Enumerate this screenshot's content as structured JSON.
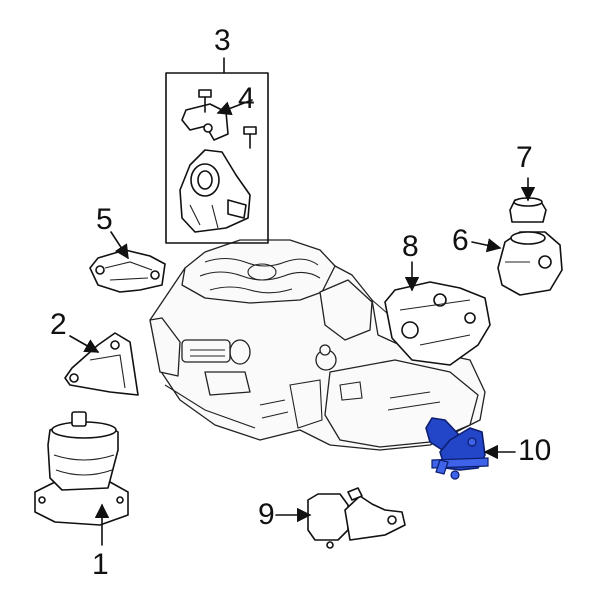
{
  "callouts": {
    "c1": "1",
    "c2": "2",
    "c3": "3",
    "c4": "4",
    "c5": "5",
    "c6": "6",
    "c7": "7",
    "c8": "8",
    "c9": "9",
    "c10": "10"
  },
  "colors": {
    "highlight": "#2346c8",
    "line": "#111111",
    "background": "#ffffff"
  }
}
